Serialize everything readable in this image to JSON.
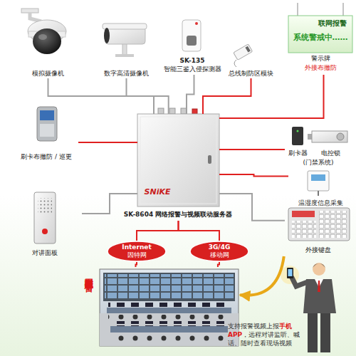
{
  "diagram": {
    "nodes": [
      {
        "text": [
          "模拟摄像机"
        ]
      },
      {
        "text": [
          "数字高清摄像机"
        ]
      },
      {
        "text": [
          "SK-135",
          "智能三鉴入侵探测器"
        ]
      },
      {
        "text": [
          "总线制防区模块"
        ]
      },
      {
        "text": [
          "联网报警",
          "系统警戒中……",
          "警示牌",
          "外接布撤防"
        ]
      },
      {
        "text": [
          "刷卡布撤防 / 巡更"
        ]
      },
      {
        "text": [
          "SNiKE",
          "SK-8604 网络报警与视频联动服务器"
        ]
      },
      {
        "text": [
          "刷卡器",
          "电控锁",
          "(门禁系统)"
        ]
      },
      {
        "text": [
          "温湿度信息采集"
        ]
      },
      {
        "text": [
          "对讲面板"
        ]
      },
      {
        "text": [
          "外接键盘"
        ]
      },
      {
        "text": [
          "Internet",
          "因特网"
        ]
      },
      {
        "text": [
          "3G/4G",
          "移动网"
        ]
      },
      {
        "text": [
          "联网报警中心平台"
        ]
      },
      {
        "text": [
          "支持报警视频上报",
          "手机APP",
          "，远程对讲监听、喊话、随时查看现场视频"
        ]
      }
    ],
    "edges": [
      {
        "from": 6,
        "to": 0,
        "arrow": "none"
      },
      {
        "from": 6,
        "to": 1,
        "arrow": "none"
      },
      {
        "from": 6,
        "to": 2,
        "arrow": "none"
      },
      {
        "from": 6,
        "to": 3,
        "arrow": "none"
      },
      {
        "from": 6,
        "to": 4,
        "arrow": "none"
      },
      {
        "from": 6,
        "to": 5,
        "arrow": "none"
      },
      {
        "from": 6,
        "to": 7,
        "arrow": "none"
      },
      {
        "from": 6,
        "to": 8,
        "arrow": "none"
      },
      {
        "from": 6,
        "to": 9,
        "arrow": "none"
      },
      {
        "from": 6,
        "to": 10,
        "arrow": "none"
      },
      {
        "from": 6,
        "to": 11,
        "arrow": "none"
      },
      {
        "from": 6,
        "to": 12,
        "arrow": "none"
      },
      {
        "from": 11,
        "to": 13,
        "arrow": "none"
      },
      {
        "from": 12,
        "to": 13,
        "arrow": "none"
      },
      {
        "from": 14,
        "to": 13,
        "arrow": "to"
      }
    ]
  }
}
